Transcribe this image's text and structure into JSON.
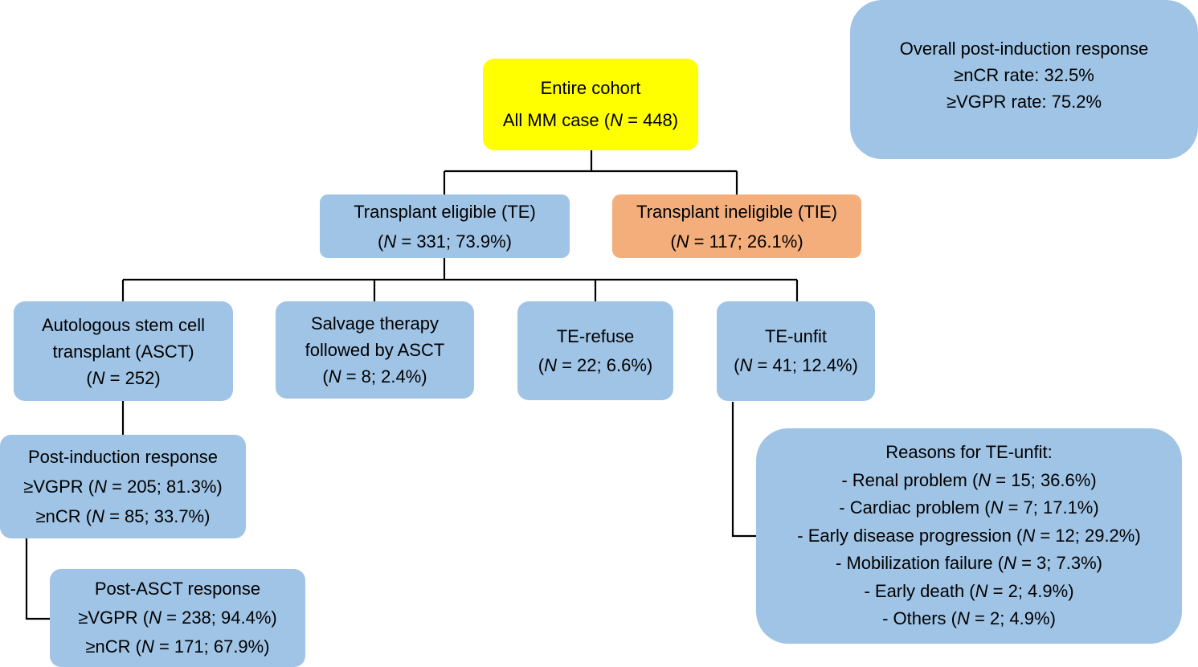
{
  "summary": {
    "title": "Overall post-induction response",
    "line1": "≥nCR rate: 32.5%",
    "line2": "≥VGPR rate: 75.2%"
  },
  "cohort": {
    "title": "Entire cohort",
    "line_pre": "All MM case (",
    "n_sym": "N",
    "line_post": " = 448)"
  },
  "te": {
    "title": "Transplant eligible (TE)",
    "pre": "(",
    "n_sym": "N",
    "post": " = 331; 73.9%)"
  },
  "tie": {
    "title": "Transplant ineligible (TIE)",
    "pre": "(",
    "n_sym": "N",
    "post": " = 117; 26.1%)"
  },
  "asct": {
    "line1": "Autologous stem cell",
    "line2": "transplant (ASCT)",
    "pre": "(",
    "n_sym": "N",
    "post": " = 252)"
  },
  "salvage": {
    "line1": "Salvage therapy",
    "line2": "followed by ASCT",
    "pre": "(",
    "n_sym": "N",
    "post": " = 8; 2.4%)"
  },
  "refuse": {
    "title": "TE-refuse",
    "pre": "(",
    "n_sym": "N",
    "post": " = 22; 6.6%)"
  },
  "unfit": {
    "title": "TE-unfit",
    "pre": "(",
    "n_sym": "N",
    "post": " = 41; 12.4%)"
  },
  "post_induction": {
    "title": "Post-induction response",
    "vgpr_pre": "≥VGPR (",
    "vgpr_n": "N",
    "vgpr_post": " = 205; 81.3%)",
    "ncr_pre": "≥nCR (",
    "ncr_n": "N",
    "ncr_post": " = 85; 33.7%)"
  },
  "post_asct": {
    "title": "Post-ASCT response",
    "vgpr_pre": "≥VGPR (",
    "vgpr_n": "N",
    "vgpr_post": " = 238; 94.4%)",
    "ncr_pre": "≥nCR (",
    "ncr_n": "N",
    "ncr_post": " = 171; 67.9%)"
  },
  "reasons": {
    "title": "Reasons for TE-unfit:",
    "items": [
      {
        "pre": "- Renal problem (",
        "n": "N",
        "post": " = 15; 36.6%)"
      },
      {
        "pre": "- Cardiac problem (",
        "n": "N",
        "post": " = 7; 17.1%)"
      },
      {
        "pre": "- Early disease progression (",
        "n": "N",
        "post": " = 12; 29.2%)"
      },
      {
        "pre": "- Mobilization failure (",
        "n": "N",
        "post": " = 3; 7.3%)"
      },
      {
        "pre": "- Early death (",
        "n": "N",
        "post": " = 2; 4.9%)"
      },
      {
        "pre": "- Others (",
        "n": "N",
        "post": " = 2; 4.9%)"
      }
    ]
  },
  "colors": {
    "blue_box": "#a0c4e6",
    "yellow_box": "#ffff00",
    "orange_box": "#f3ae7c",
    "connector": "#000000"
  }
}
